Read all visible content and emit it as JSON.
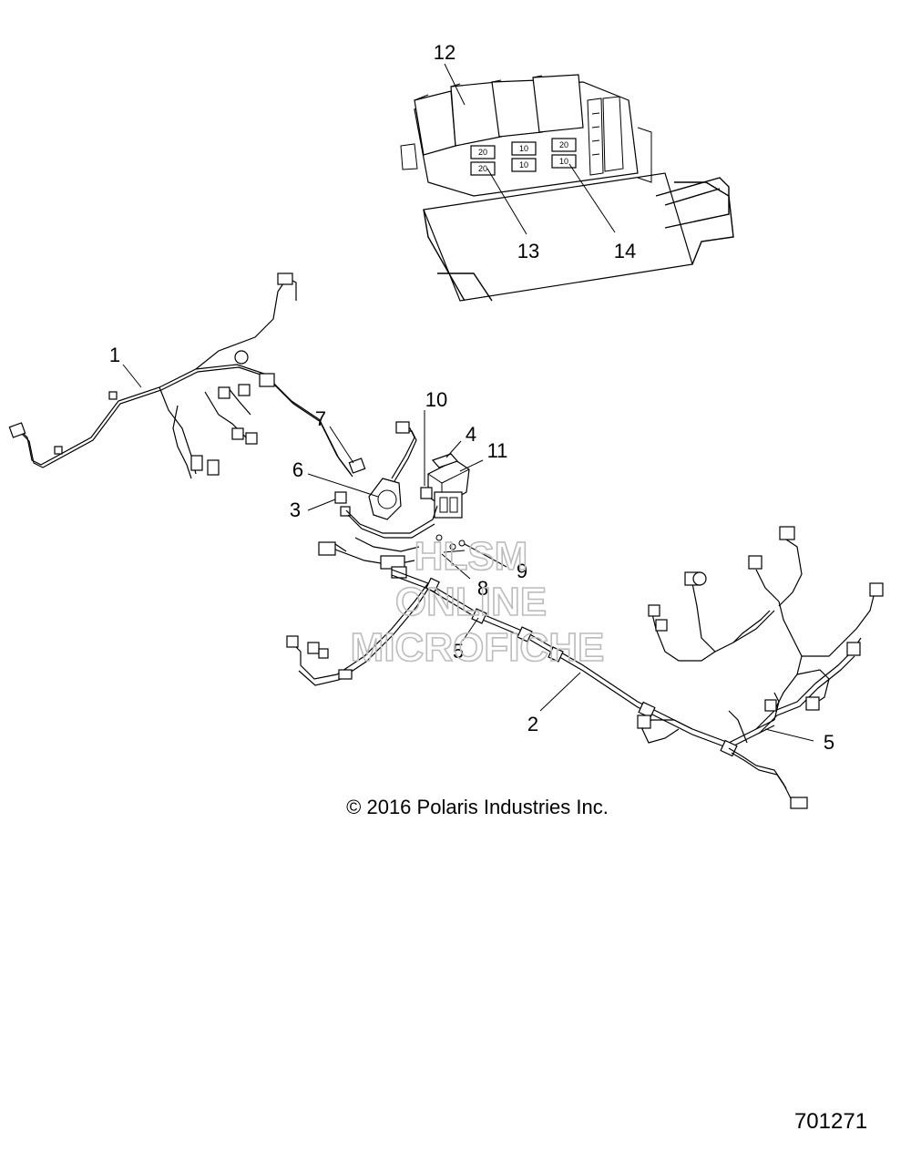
{
  "callouts": [
    {
      "id": "1",
      "label": "1"
    },
    {
      "id": "2",
      "label": "2"
    },
    {
      "id": "3",
      "label": "3"
    },
    {
      "id": "4",
      "label": "4"
    },
    {
      "id": "5a",
      "label": "5"
    },
    {
      "id": "5b",
      "label": "5"
    },
    {
      "id": "6",
      "label": "6"
    },
    {
      "id": "7",
      "label": "7"
    },
    {
      "id": "8",
      "label": "8"
    },
    {
      "id": "9",
      "label": "9"
    },
    {
      "id": "10",
      "label": "10"
    },
    {
      "id": "11",
      "label": "11"
    },
    {
      "id": "12",
      "label": "12"
    },
    {
      "id": "13",
      "label": "13"
    },
    {
      "id": "14",
      "label": "14"
    }
  ],
  "fuse_labels": [
    "20",
    "10",
    "20",
    "20",
    "10",
    "10"
  ],
  "watermark": [
    "HLSM",
    "ONLINE",
    "MICROFICHE"
  ],
  "copyright": "© 2016 Polaris Industries Inc.",
  "part_number": "701271"
}
